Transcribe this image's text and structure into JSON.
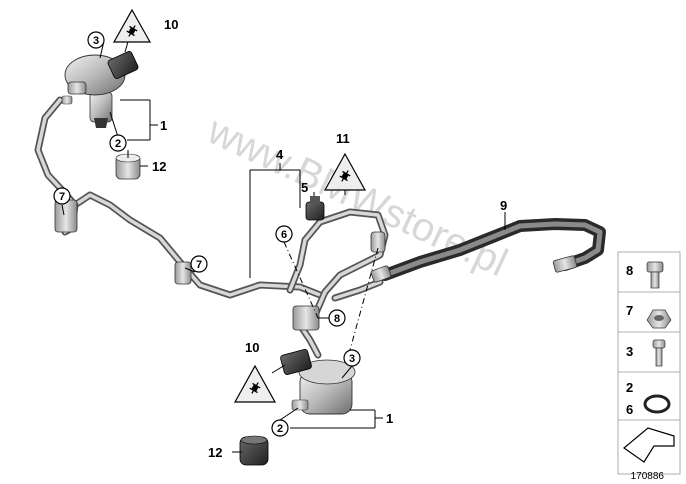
{
  "watermark": "www.BMWstore.pl",
  "doc_id": "170886",
  "labels": {
    "n1": "1",
    "n2": "2",
    "n3": "3",
    "n4": "4",
    "n5": "5",
    "n6": "6",
    "n7": "7",
    "n8": "8",
    "n9": "9",
    "n10": "10",
    "n11": "11",
    "n12": "12"
  },
  "legend": {
    "items": [
      {
        "label": "8",
        "icon": "bolt-icon"
      },
      {
        "label": "7",
        "icon": "nut-icon"
      },
      {
        "label": "3",
        "icon": "screw-icon"
      },
      {
        "label_a": "2",
        "label_b": "6",
        "icon": "o-ring-icon"
      },
      {
        "icon": "arrow-left-icon"
      }
    ]
  }
}
